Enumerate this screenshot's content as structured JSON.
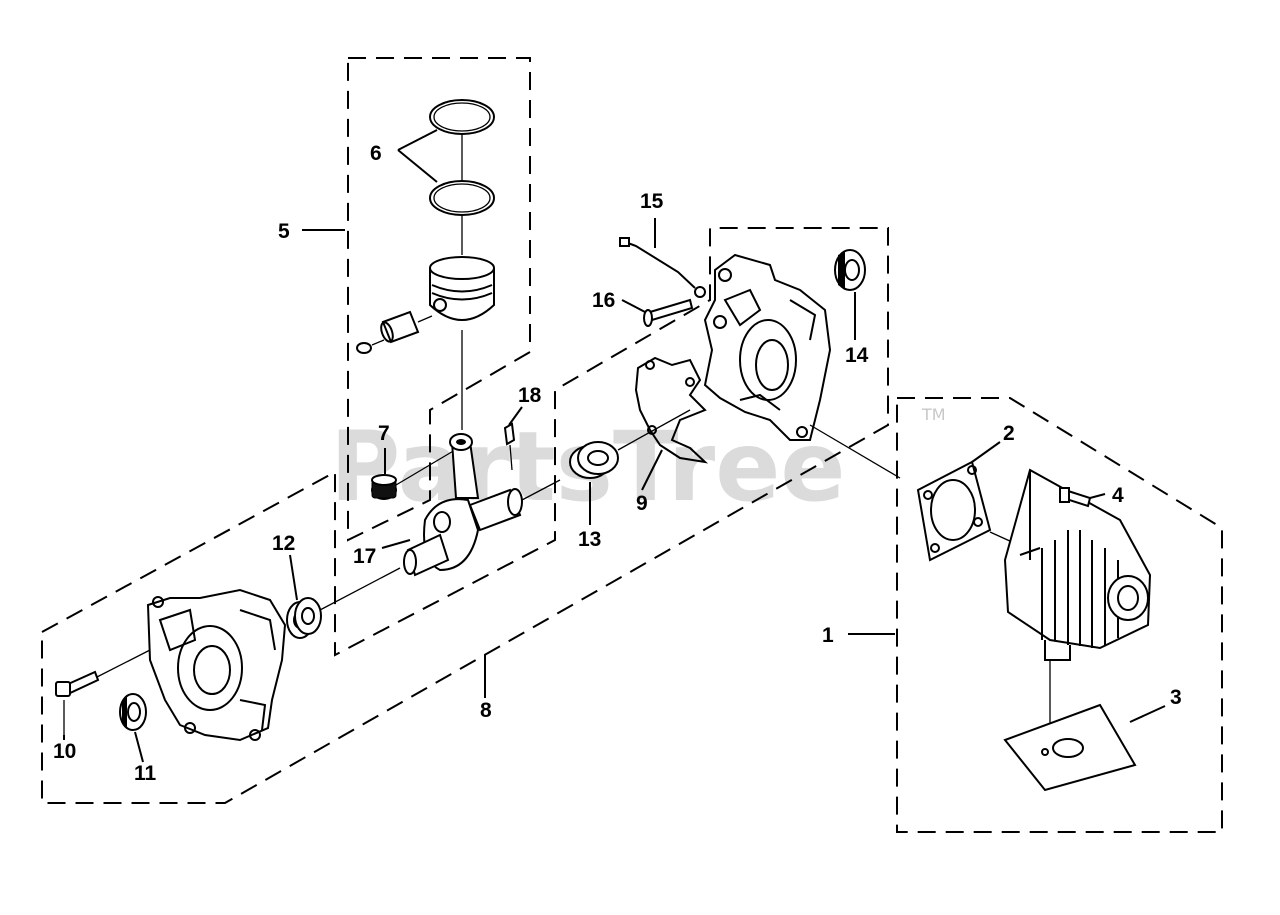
{
  "diagram": {
    "watermark": "PartsTree",
    "trademark": "TM",
    "callouts": {
      "c1": "1",
      "c2": "2",
      "c3": "3",
      "c4": "4",
      "c5": "5",
      "c6": "6",
      "c7": "7",
      "c8": "8",
      "c9": "9",
      "c10": "10",
      "c11": "11",
      "c12": "12",
      "c13": "13",
      "c14": "14",
      "c15": "15",
      "c16": "16",
      "c17": "17",
      "c18": "18"
    }
  }
}
